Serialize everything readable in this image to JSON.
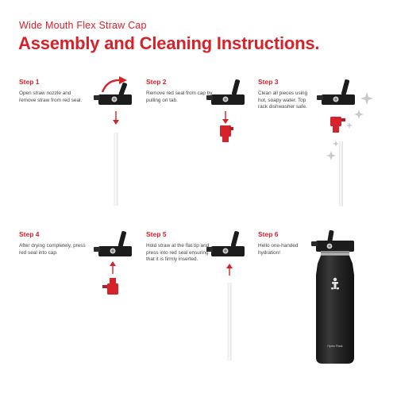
{
  "header": {
    "subtitle": "Wide Mouth Flex Straw Cap",
    "title": "Assembly and Cleaning Instructions."
  },
  "steps": [
    {
      "label": "Step 1",
      "text": "Open straw nozzle and remove straw from red seal."
    },
    {
      "label": "Step 2",
      "text": "Remove red seal from cap by pulling on tab."
    },
    {
      "label": "Step 3",
      "text": "Clean all pieces using hot, soapy water. Top rack dishwasher safe."
    },
    {
      "label": "Step 4",
      "text": "After drying completely, press red seal into cap."
    },
    {
      "label": "Step 5",
      "text": "Hold straw at the flat tip and press into red seal ensuring that it is firmly inserted."
    },
    {
      "label": "Step 6",
      "text": "Hello one-handed hydration!"
    }
  ],
  "bottle": {
    "brand": "Hydro Flask"
  },
  "colors": {
    "accent": "#d6222a",
    "cap": "#1c1c1c",
    "bottle": "#222222"
  }
}
